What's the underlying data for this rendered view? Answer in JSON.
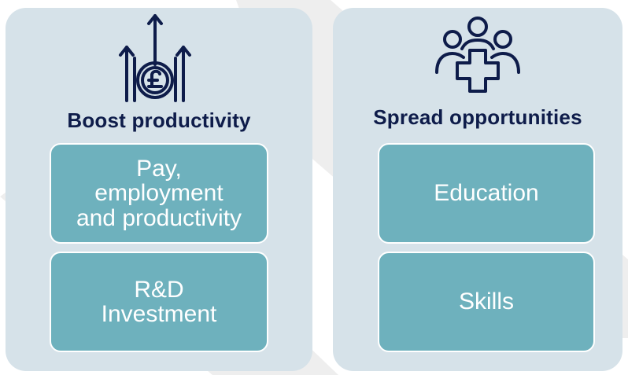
{
  "colors": {
    "panel": "#d6e2e9",
    "tile": "#6eb1bd",
    "title": "#0e1c4a",
    "icon": "#0e1c4a",
    "background_shape": "#e6e6e6"
  },
  "panels": [
    {
      "title": "Boost productivity",
      "icon": "pound-growth-arrows-icon",
      "items": [
        {
          "label": "Pay,\nemployment\nand productivity"
        },
        {
          "label": "R&D\nInvestment"
        }
      ]
    },
    {
      "title": "Spread opportunities",
      "icon": "people-medical-cross-icon",
      "items": [
        {
          "label": "Education"
        },
        {
          "label": "Skills"
        }
      ]
    }
  ]
}
